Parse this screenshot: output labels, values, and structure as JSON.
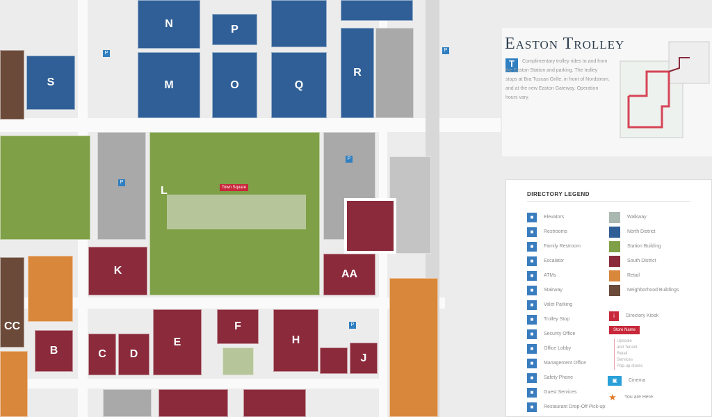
{
  "map": {
    "buildings": {
      "N": "N",
      "M": "M",
      "P": "P",
      "O": "O",
      "Q": "Q",
      "S": "S",
      "R": "R",
      "L": "L",
      "K": "K",
      "AA": "AA",
      "B": "B",
      "C": "C",
      "D": "D",
      "E": "E",
      "F": "F",
      "H": "H",
      "J": "J",
      "CC": "CC"
    },
    "center_label": "Town Square",
    "parking": "P"
  },
  "trolley": {
    "title": "Easton Trolley",
    "icon": "trolley-icon",
    "text": "Complimentary trolley rides to and from the Easton Station and parking. The trolley stops at Bra Tuscan Grille, in front of Nordstrom, and at the new Easton Gateway. Operation hours vary.",
    "highlights": [
      "Bra Tuscan Grille",
      "Nordstrom",
      "Easton Gateway"
    ]
  },
  "legend": {
    "title": "Directory Legend",
    "left": [
      {
        "icon": "elevator-icon",
        "label": "Elevators"
      },
      {
        "icon": "restroom-icon",
        "label": "Restrooms"
      },
      {
        "icon": "family-restroom-icon",
        "label": "Family Restroom"
      },
      {
        "icon": "escalator-icon",
        "label": "Escalator"
      },
      {
        "icon": "atm-icon",
        "label": "ATMs"
      },
      {
        "icon": "stairs-icon",
        "label": "Stairway"
      },
      {
        "icon": "valet-icon",
        "label": "Valet Parking"
      },
      {
        "icon": "trolley-stop-icon",
        "label": "Trolley Stop"
      },
      {
        "icon": "security-icon",
        "label": "Security Office"
      },
      {
        "icon": "office-lobby-icon",
        "label": "Office Lobby"
      },
      {
        "icon": "management-icon",
        "label": "Management Office"
      },
      {
        "icon": "phone-icon",
        "label": "Safety Phone"
      },
      {
        "icon": "guest-services-icon",
        "label": "Guest Services"
      },
      {
        "icon": "restaurant-icon",
        "label": "Restaurant Drop-Off Pick-up"
      }
    ],
    "right": [
      {
        "color": "#a9b8b0",
        "label": "Walkway"
      },
      {
        "color": "#2f5f96",
        "label": "North District"
      },
      {
        "color": "#7fa047",
        "label": "Station Building"
      },
      {
        "color": "#8a2a3b",
        "label": "South District"
      },
      {
        "color": "#d9873a",
        "label": "Retail"
      },
      {
        "color": "#6b4a3a",
        "label": "Neighborhood Buildings"
      }
    ],
    "kiosk": "Directory Kiosk",
    "tag": "Store Name",
    "tag_lines": [
      "Upscale",
      "and Tenant",
      "Retail",
      "Services",
      "Pop-up stores"
    ],
    "cinema": "Cinema",
    "star": "You are Here"
  }
}
